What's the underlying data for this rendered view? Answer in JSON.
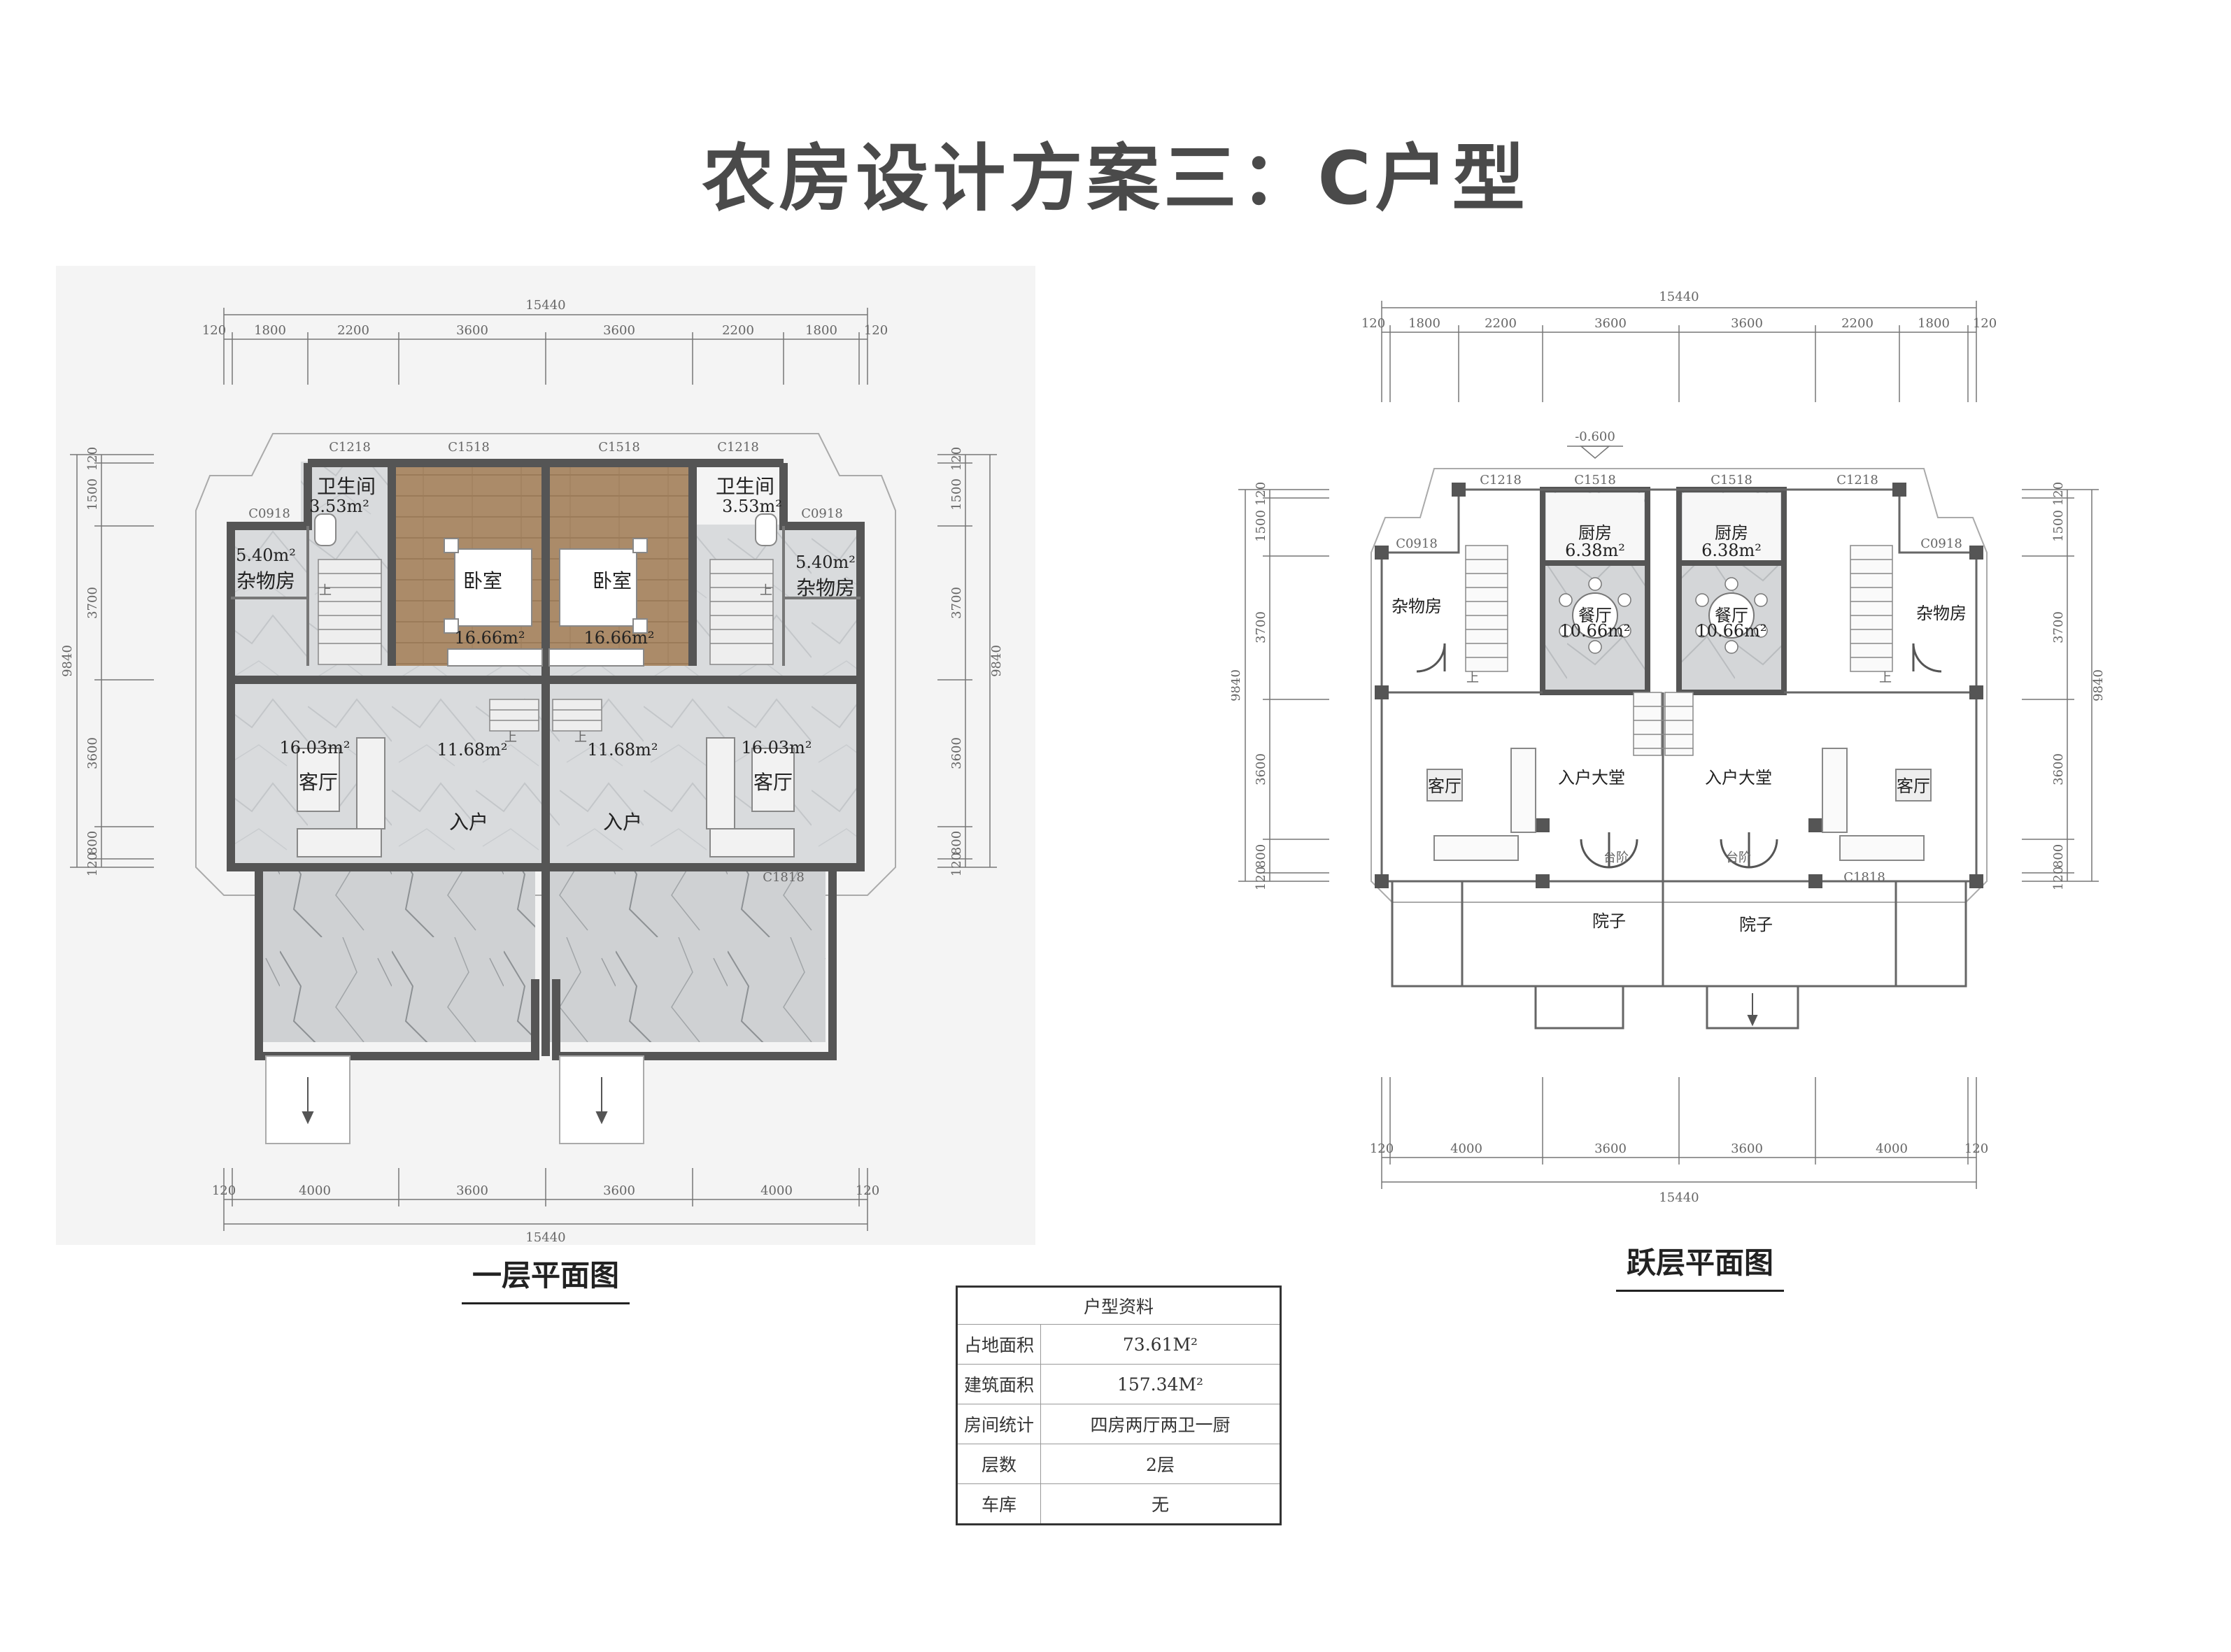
{
  "title": "农房设计方案三：C户型",
  "plans": {
    "ground": {
      "caption": "一层平面图",
      "dims_top_total": "15440",
      "dims_top": [
        "120",
        "1800",
        "2200",
        "3600",
        "3600",
        "2200",
        "1800",
        "120"
      ],
      "dims_bottom": [
        "120",
        "4000",
        "3600",
        "3600",
        "4000",
        "120"
      ],
      "dims_bottom_total": "15440",
      "dims_side": [
        "120",
        "1500",
        "3700",
        "3600",
        "800",
        "120"
      ],
      "dims_side_total": "9840",
      "windows": [
        "C1218",
        "C1518",
        "C1518",
        "C1218",
        "C0918",
        "C0918",
        "C1818"
      ],
      "rooms": {
        "bath_l": "卫生间",
        "bath_l_area": "3.53m²",
        "bath_r": "卫生间",
        "bath_r_area": "3.53m²",
        "store_l": "杂物房",
        "store_l_area": "5.40m²",
        "store_r": "杂物房",
        "store_r_area": "5.40m²",
        "bed_l": "卧室",
        "bed_l_area": "16.66m²",
        "bed_r": "卧室",
        "bed_r_area": "16.66m²",
        "hall_l_area": "11.68m²",
        "hall_r_area": "11.68m²",
        "living_l": "客厅",
        "living_l_area": "16.03m²",
        "living_r": "客厅",
        "living_r_area": "16.03m²",
        "entry_l": "入户",
        "entry_r": "入户",
        "up_marks": [
          "上",
          "上",
          "上",
          "上"
        ]
      }
    },
    "upper": {
      "caption": "跃层平面图",
      "level": "-0.600",
      "dims_top_total": "15440",
      "dims_top": [
        "120",
        "1800",
        "2200",
        "3600",
        "3600",
        "2200",
        "1800",
        "120"
      ],
      "dims_bottom": [
        "120",
        "4000",
        "3600",
        "3600",
        "4000",
        "120"
      ],
      "dims_bottom_total": "15440",
      "dims_side": [
        "120",
        "1500",
        "3700",
        "3600",
        "800",
        "120"
      ],
      "dims_side_total": "9840",
      "windows": [
        "C1218",
        "C1518",
        "C1518",
        "C1218",
        "C0918",
        "C0918",
        "C1818"
      ],
      "rooms": {
        "kitchen_l": "厨房",
        "kitchen_l_area": "6.38m²",
        "kitchen_r": "厨房",
        "kitchen_r_area": "6.38m²",
        "dining_l": "餐厅",
        "dining_l_area": "10.66m²",
        "dining_r": "餐厅",
        "dining_r_area": "10.66m²",
        "store_l": "杂物房",
        "store_r": "杂物房",
        "lobby_l": "入户大堂",
        "lobby_r": "入户大堂",
        "living_l": "客厅",
        "living_r": "客厅",
        "step_l": "台阶",
        "step_r": "台阶",
        "yard_l": "院子",
        "yard_r": "院子",
        "up_marks": [
          "上",
          "上"
        ]
      }
    }
  },
  "info_table": {
    "header": "户型资料",
    "rows": [
      {
        "label": "占地面积",
        "value": "73.61M²"
      },
      {
        "label": "建筑面积",
        "value": "157.34M²"
      },
      {
        "label": "房间统计",
        "value": "四房两厅两卫一厨"
      },
      {
        "label": "层数",
        "value": "2层"
      },
      {
        "label": "车库",
        "value": "无"
      }
    ]
  },
  "colors": {
    "wall": "#555555",
    "marble": "#d6d8da",
    "wood": "#a88866",
    "paper": "#f4f4f4"
  }
}
